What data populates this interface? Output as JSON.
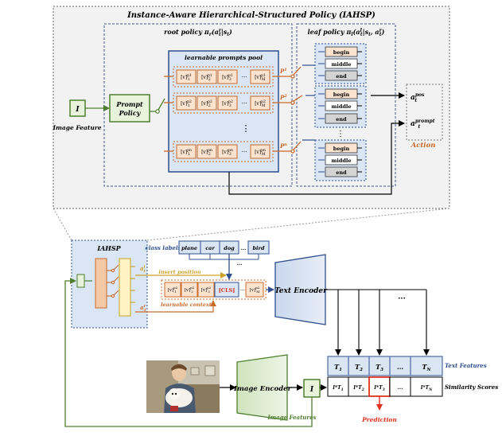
{
  "top_panel": {
    "title": "Instance-Aware Hierarchical-Structured Policy (IAHSP)",
    "root_policy_title": "root policy π_r(a^r_t | s_t)",
    "leaf_policy_title": "leaf policy π_l(a^l_t | s_t, a^r_t)",
    "image_feature_box": "I",
    "image_feature_label": "Image Feature",
    "prompt_policy_label_1": "Prompt",
    "prompt_policy_label_2": "Policy",
    "prompts_pool_title": "learnable prompts pool",
    "prompt_rows": [
      {
        "label": "P^1",
        "tokens": [
          "[v]^{p1}_1",
          "[v]^{p1}_2",
          "[v]^{p1}_3",
          "[v]^{p1}_M"
        ]
      },
      {
        "label": "P^2",
        "tokens": [
          "[v]^{p2}_1",
          "[v]^{p2}_2",
          "[v]^{p2}_3",
          "[v]^{p2}_M"
        ]
      },
      {
        "label": "P^n",
        "tokens": [
          "[v]^{pn}_1",
          "[v]^{pn}_2",
          "[v]^{pn}_3",
          "[v]^{pn}_M"
        ]
      }
    ],
    "ellipsis": "···",
    "vdots": "⋮",
    "leaf_options": [
      "begin",
      "middle",
      "end"
    ],
    "action_pos": "a^pos_t",
    "action_prompt": "a^prompt_t",
    "action_label": "Action"
  },
  "bottom_panel": {
    "iahsp_label": "IAHSP",
    "class_labels_title": "class labels",
    "class_labels": [
      "plane",
      "car",
      "dog",
      "...",
      "bird"
    ],
    "class_ellipsis": "...",
    "insert_position_label": "insert position",
    "learnable_context_label": "learnable context",
    "a_r_label": "a^r_t",
    "a_l_label": "a^l_t",
    "context_tokens": [
      "[v]^{p2}_1",
      "[v]^{p2}_2",
      "[v]^{p2}_3",
      "[CLS]",
      "[v]^{p2}_M"
    ],
    "text_encoder_label": "Text Encoder",
    "image_encoder_label": "Image Encoder",
    "image_features_label": "Image Features",
    "image_box": "I",
    "text_features": [
      "T1",
      "T2",
      "T3",
      "...",
      "TN"
    ],
    "text_features_label": "Text Features",
    "similarity_scores": [
      "I*T1",
      "I*T2",
      "I*T3",
      "...",
      "I*TN"
    ],
    "similarity_label": "Similarity Scores",
    "prediction_label": "Prediction",
    "top_ellipsis": "···"
  },
  "colors": {
    "green": "#4f7f2e",
    "green_fill": "#e8f3dc",
    "blue": "#2f4f8f",
    "blue_fill": "#dbe6f5",
    "orange": "#c86a2a",
    "orange_fill": "#fbe3cf",
    "yellow_fill": "#fff3c4",
    "red": "#e0301e",
    "panel_gray": "#f2f2f2"
  }
}
